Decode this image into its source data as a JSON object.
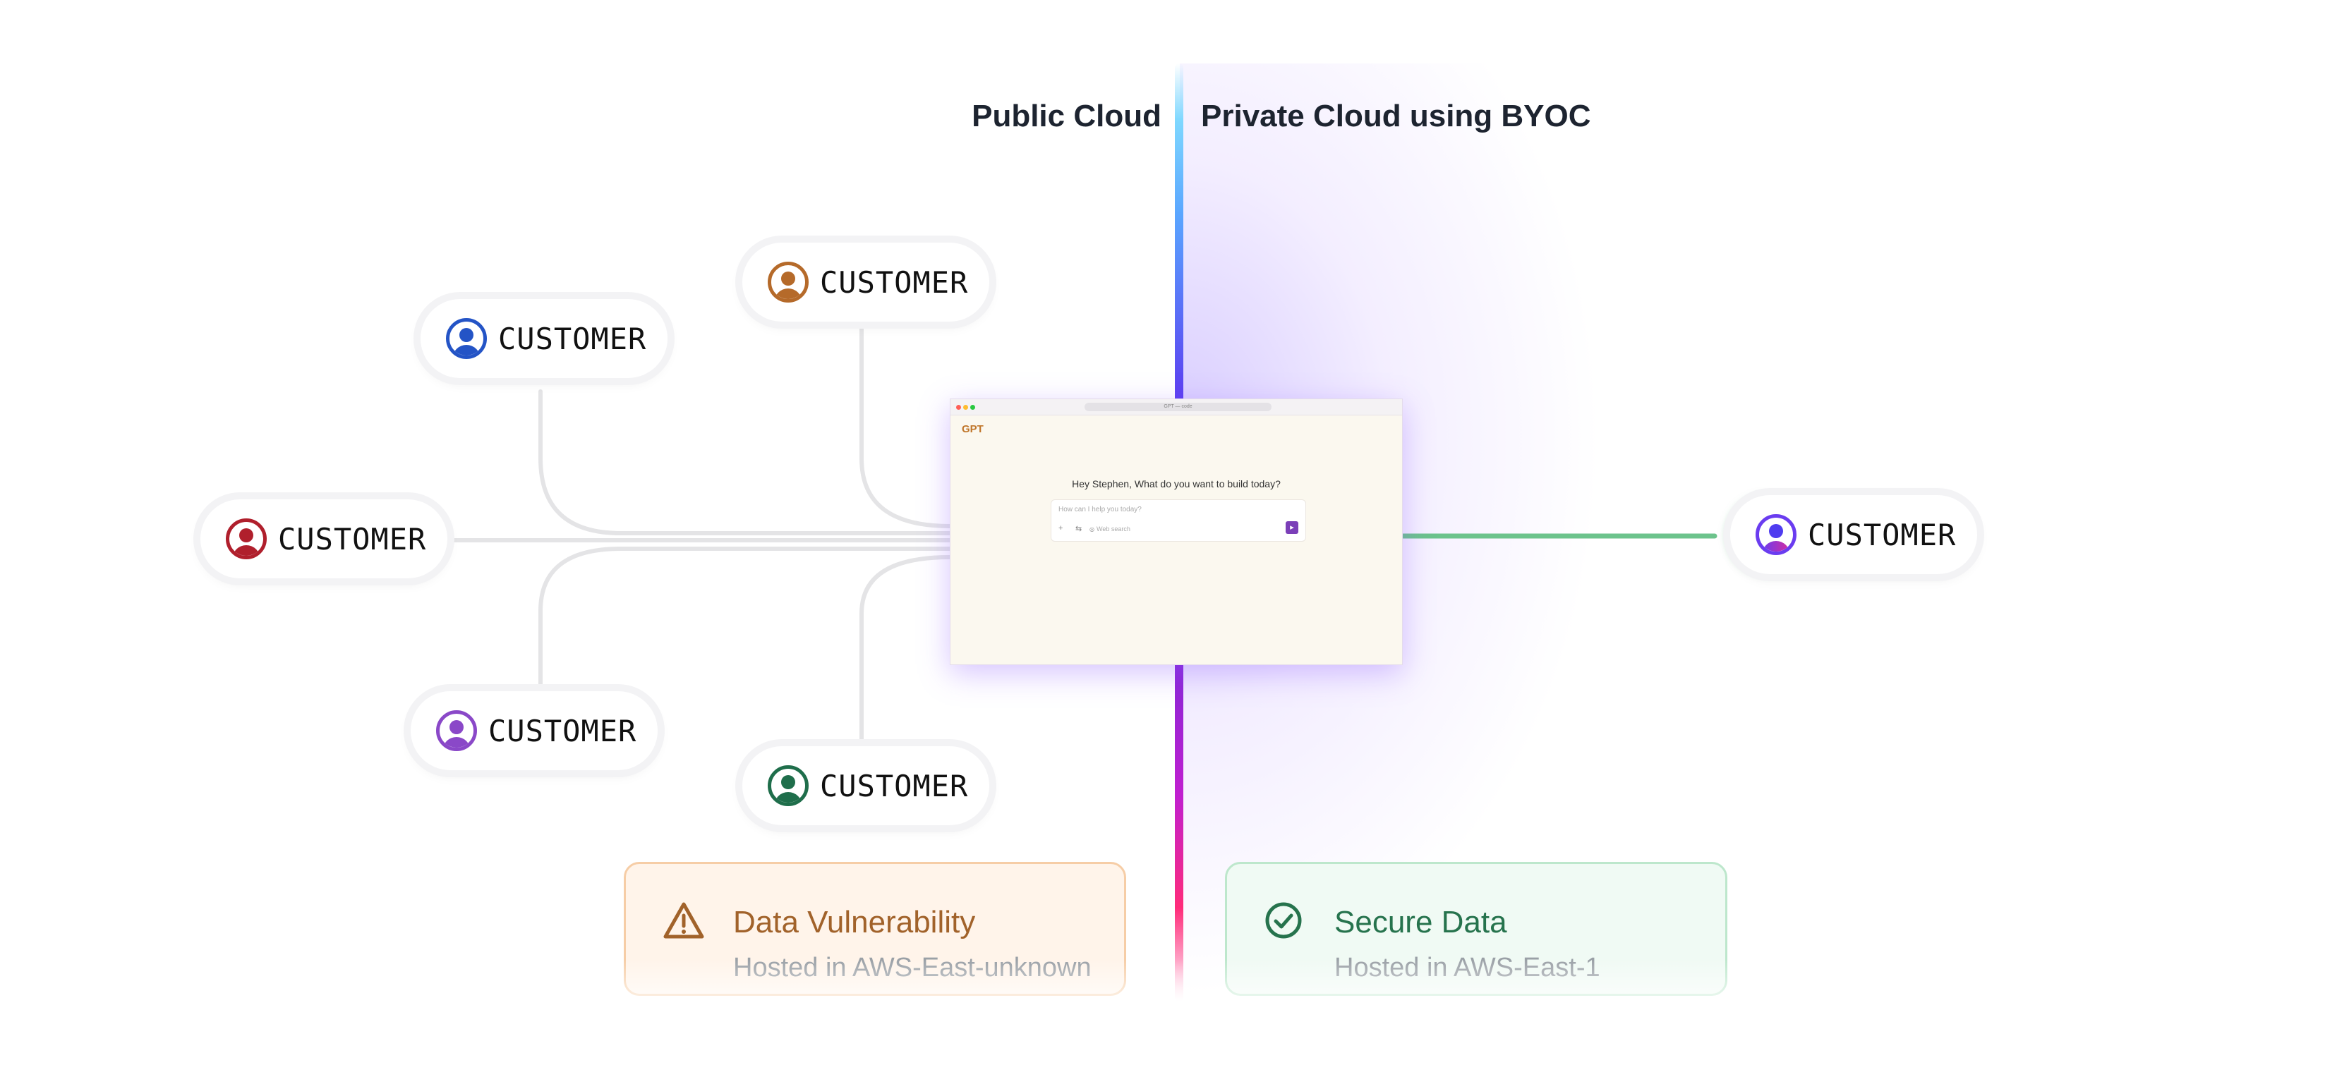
{
  "headings": {
    "public": "Public Cloud",
    "private": "Private Cloud using BYOC"
  },
  "customers": [
    {
      "label": "CUSTOMER",
      "color": "#2454c6"
    },
    {
      "label": "CUSTOMER",
      "color": "#b56a2a"
    },
    {
      "label": "CUSTOMER",
      "color": "#b01f2c"
    },
    {
      "label": "CUSTOMER",
      "color": "#8a48c8"
    },
    {
      "label": "CUSTOMER",
      "color": "#1f6e4b"
    },
    {
      "label": "CUSTOMER",
      "color": "#6a3cf0"
    }
  ],
  "app": {
    "logo": "GPT",
    "greeting": "Hey Stephen, What do you want to build today?",
    "placeholder": "How can I help you today?",
    "web_search": "Web search",
    "url": "GPT — code",
    "send_icon": "send-arrow-icon"
  },
  "cards": {
    "vulnerability": {
      "title": "Data Vulnerability",
      "subtitle": "Hosted in AWS-East-unknown",
      "color": "#a1622a",
      "icon": "warning-triangle-icon"
    },
    "secure": {
      "title": "Secure Data",
      "subtitle": "Hosted in AWS-East-1",
      "color": "#26734d",
      "icon": "check-circle-icon"
    }
  },
  "colors": {
    "public_lines": "#e4e4e6",
    "private_line": "#6cc38c"
  }
}
